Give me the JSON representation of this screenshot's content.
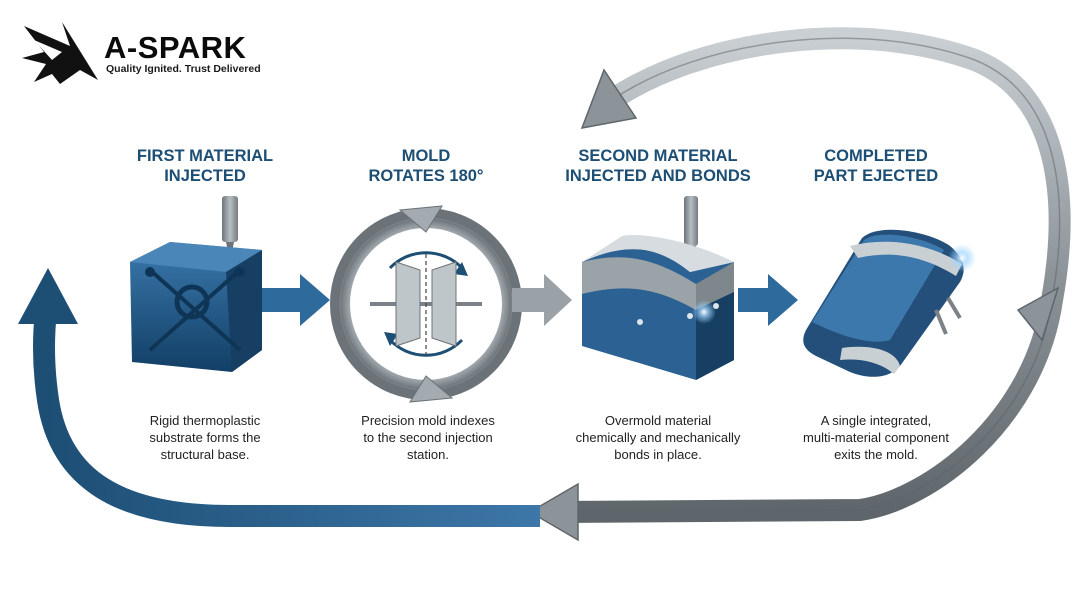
{
  "brand": {
    "name": "A-SPARK",
    "tagline": "Quality Ignited. Trust Delivered"
  },
  "colors": {
    "accent_blue": "#1d4e74",
    "steel": "#8c9499",
    "text": "#222222"
  },
  "steps": [
    {
      "title_lines": [
        "FIRST MATERIAL",
        "INJECTED"
      ],
      "desc_lines": [
        "Rigid thermoplastic",
        "substrate forms the",
        "structural base."
      ],
      "icon": "blue-substrate-part-icon"
    },
    {
      "title_lines": [
        "MOLD",
        "ROTATES 180°"
      ],
      "desc_lines": [
        "Precision mold indexes",
        "to the second injection",
        "station."
      ],
      "icon": "rotating-mold-icon"
    },
    {
      "title_lines": [
        "SECOND MATERIAL",
        "INJECTED AND BONDS"
      ],
      "desc_lines": [
        "Overmold material",
        "chemically and mechanically",
        "bonds in place."
      ],
      "icon": "overmold-layer-block-icon"
    },
    {
      "title_lines": [
        "COMPLETED",
        "PART EJECTED"
      ],
      "desc_lines": [
        "A single integrated,",
        "multi-material component",
        "exits the mold."
      ],
      "icon": "finished-component-icon"
    }
  ]
}
